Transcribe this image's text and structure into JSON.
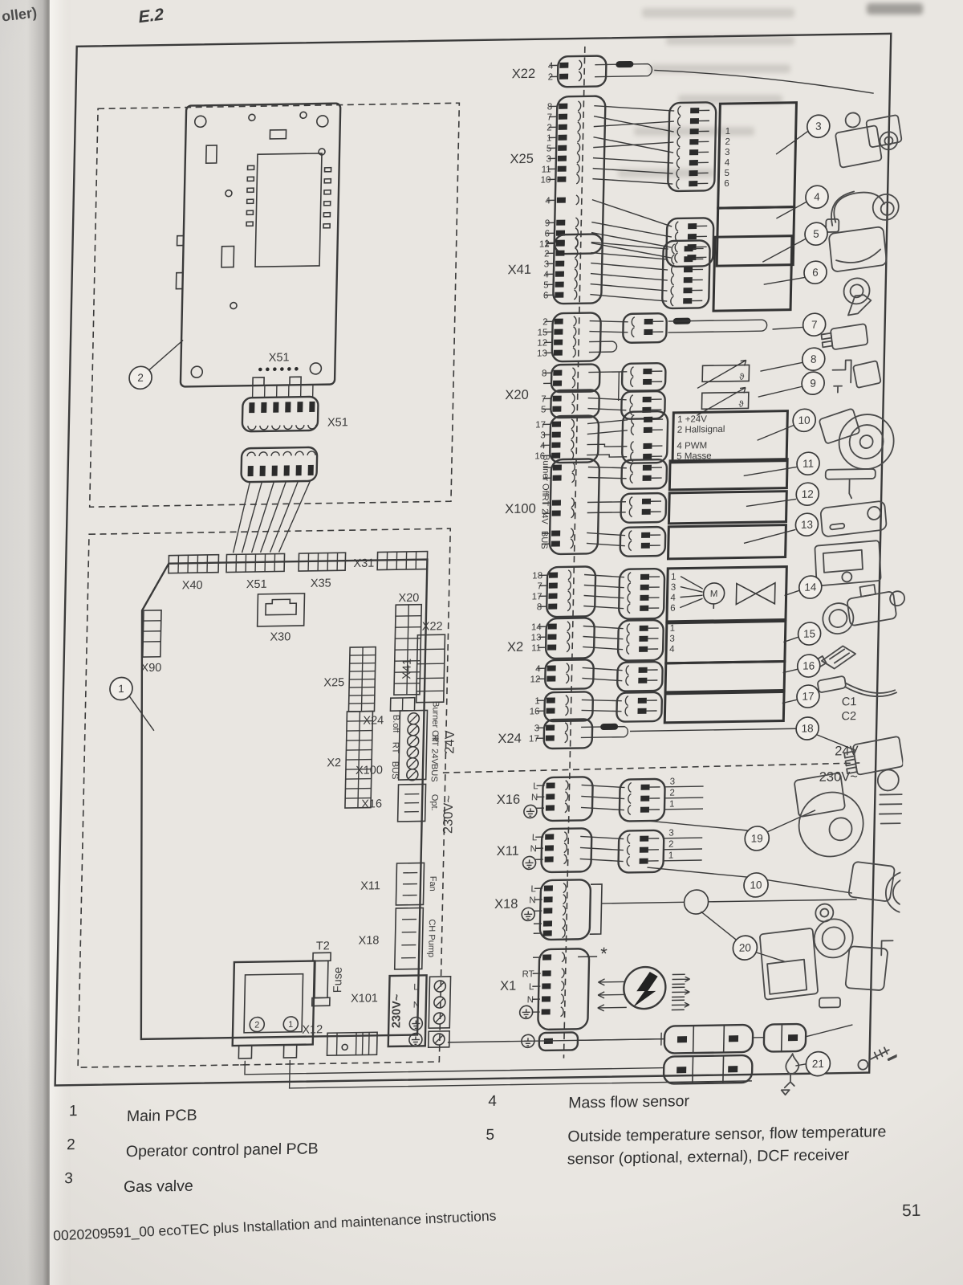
{
  "page": {
    "prev_page_text": "oller)",
    "section_label": "E.2",
    "footer_text": "0020209591_00 ecoTEC plus Installation and maintenance instructions",
    "page_number": "51"
  },
  "legend": {
    "col1": [
      {
        "num": "1",
        "text": "Main PCB"
      },
      {
        "num": "2",
        "text": "Operator control panel PCB"
      },
      {
        "num": "3",
        "text": "Gas valve"
      }
    ],
    "col2": [
      {
        "num": "4",
        "text": "Mass flow sensor"
      },
      {
        "num": "5",
        "text": "Outside temperature sensor, flow temperature sensor (optional, external), DCF receiver"
      }
    ]
  },
  "board": {
    "main_callout": "1",
    "panel_callout": "2",
    "x51_board": "X51",
    "x51_plug": "X51",
    "x40": "X40",
    "x51_edge": "X51",
    "x30": "X30",
    "x35": "X35",
    "x31": "X31",
    "x20": "X20",
    "x22": "X22",
    "x41": "X41",
    "x90": "X90",
    "x25": "X25",
    "x2": "X2",
    "x24": "X24",
    "x100": "X100",
    "x16": "X16",
    "x11": "X11",
    "x18": "X18",
    "x101": "X101",
    "x12": "X12",
    "t2": "T2",
    "fuse": "Fuse",
    "term_left": [
      "B.off",
      "RT",
      "BUS"
    ],
    "term_right": [
      "Burner Off",
      "RT 24V",
      "BUS"
    ],
    "opt": "Opt.",
    "fan": "Fan",
    "ch_pump": "CH Pump",
    "v230": "230V~",
    "l": "L",
    "n": "N",
    "tr_2": "2",
    "tr_1": "1",
    "rail_24v": "24V",
    "rail_230v": "230V~"
  },
  "harness": {
    "theta": "ϑ",
    "rail_24v": "24V",
    "rail_230v": "230V~",
    "x22": {
      "label": "X22",
      "pins": [
        "4",
        "2"
      ]
    },
    "x25": {
      "label": "X25",
      "pins": [
        "8",
        "7",
        "2",
        "1",
        "5",
        "3",
        "11",
        "10",
        "4",
        "9",
        "6",
        "12"
      ],
      "rpins": [
        "1",
        "2",
        "3",
        "4",
        "5",
        "6"
      ]
    },
    "x41": {
      "label": "X41",
      "pins": [
        "1",
        "2",
        "3",
        "4",
        "5",
        "6"
      ]
    },
    "x20": {
      "label": "X20",
      "a": [
        "2",
        "15",
        "12",
        "13"
      ],
      "b1": [
        "8"
      ],
      "b2": [
        "7",
        "5"
      ],
      "c": [
        "17",
        "3",
        "4",
        "16"
      ],
      "fan": [
        "1  +24V",
        "2  Hallsignal",
        "4  PWM",
        "5  Masse"
      ]
    },
    "x100": {
      "label": "X100",
      "groups": [
        "Burner Off",
        "RT 24V",
        "BUS"
      ]
    },
    "x2": {
      "label": "X2",
      "a": [
        "18",
        "7",
        "17",
        "8"
      ],
      "ar": [
        "1",
        "3",
        "4",
        "6"
      ],
      "m": "M",
      "b": [
        "14",
        "13",
        "11"
      ],
      "br": [
        "1",
        "3",
        "4"
      ],
      "c": [
        "4",
        "12"
      ],
      "d": [
        "1",
        "16"
      ]
    },
    "x24": {
      "label": "X24",
      "pins": [
        "3",
        "17"
      ]
    },
    "c1": "C1",
    "c2": "C2",
    "x16": {
      "label": "X16",
      "pins": [
        "L",
        "N"
      ],
      "rpins": [
        "3",
        "2",
        "1"
      ]
    },
    "x11": {
      "label": "X11",
      "pins": [
        "L",
        "N"
      ],
      "rpins": [
        "3",
        "2",
        "1"
      ]
    },
    "x18": {
      "label": "X18",
      "pins": [
        "L",
        "N"
      ]
    },
    "x1": {
      "label": "X1",
      "star": "*",
      "pins": [
        "RT",
        "L",
        "N"
      ]
    }
  },
  "callouts": {
    "n1": "1",
    "n2": "2",
    "n3": "3",
    "n4": "4",
    "n5": "5",
    "n6": "6",
    "n7": "7",
    "n8": "8",
    "n9": "9",
    "n10": "10",
    "n11": "11",
    "n12": "12",
    "n13": "13",
    "n14": "14",
    "n15": "15",
    "n16": "16",
    "n17": "17",
    "n18": "18",
    "n19": "19",
    "n20": "20",
    "n21": "21"
  }
}
